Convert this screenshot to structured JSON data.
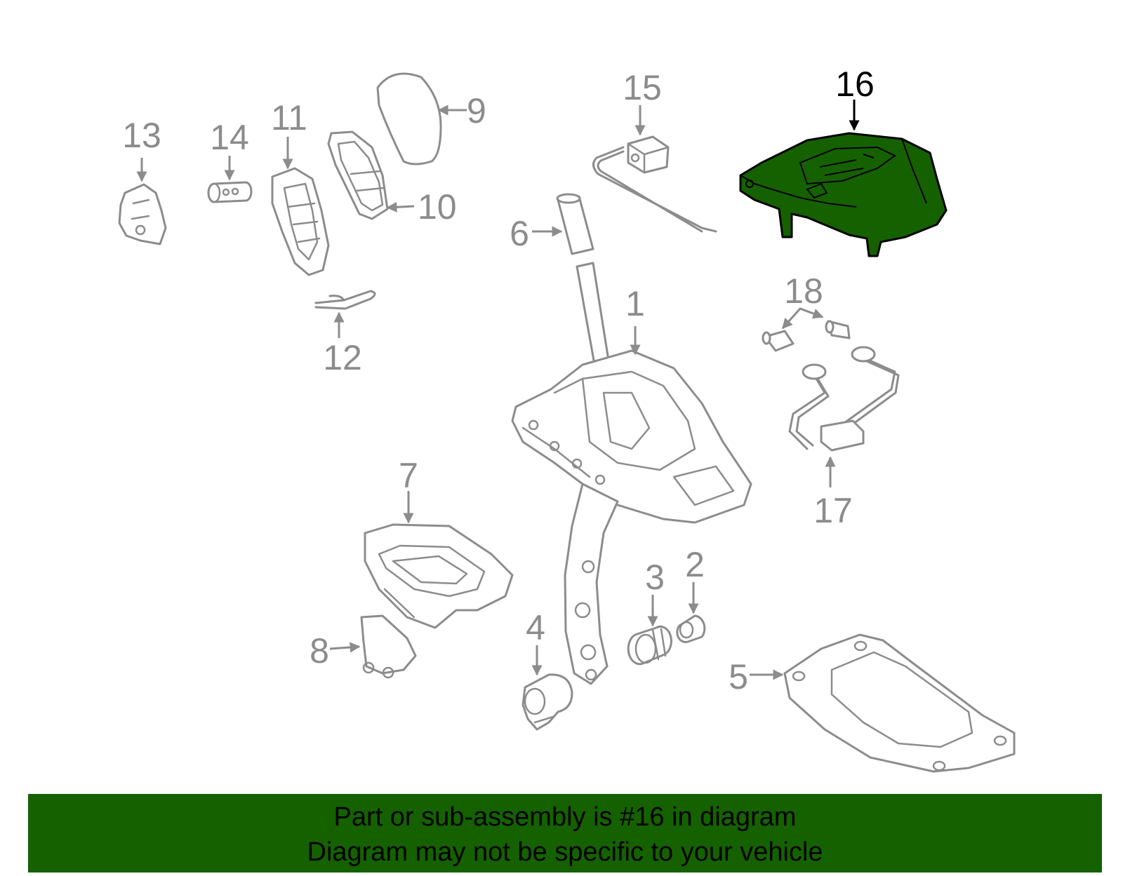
{
  "diagram": {
    "callouts": {
      "c1": "1",
      "c2": "2",
      "c3": "3",
      "c4": "4",
      "c5": "5",
      "c6": "6",
      "c7": "7",
      "c8": "8",
      "c9": "9",
      "c10": "10",
      "c11": "11",
      "c12": "12",
      "c13": "13",
      "c14": "14",
      "c15": "15",
      "c16": "16",
      "c17": "17",
      "c18": "18"
    },
    "highlighted_part": "16",
    "colors": {
      "line": "#8c8c8c",
      "highlight_fill": "#156100",
      "highlight_outline": "#000000",
      "background": "#ffffff"
    }
  },
  "banner": {
    "line1": "Part or sub-assembly is #16 in diagram",
    "line2": "Diagram may not be specific to your vehicle",
    "background": "#156100"
  }
}
